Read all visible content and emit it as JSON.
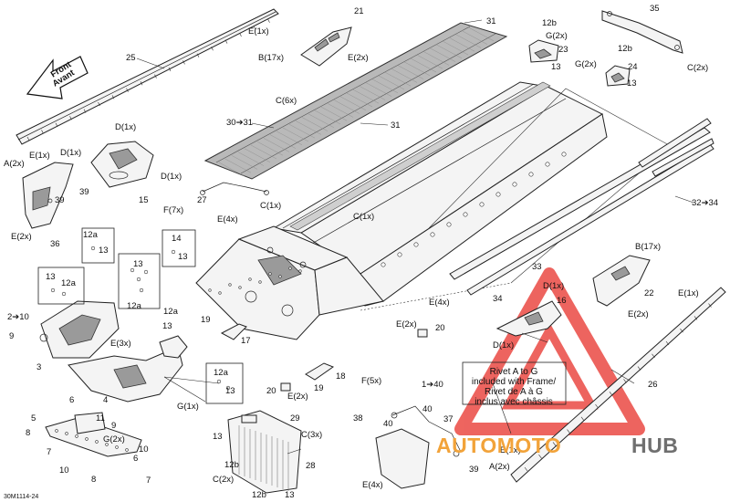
{
  "diagram": {
    "labels": [
      {
        "id": "l25",
        "text": "25"
      },
      {
        "id": "lE1a",
        "text": "E(1x)"
      },
      {
        "id": "l21",
        "text": "21"
      },
      {
        "id": "lB17a",
        "text": "B(17x)"
      },
      {
        "id": "lE2a",
        "text": "E(2x)"
      },
      {
        "id": "l31a",
        "text": "31"
      },
      {
        "id": "l12ba",
        "text": "12b"
      },
      {
        "id": "lG2a",
        "text": "G(2x)"
      },
      {
        "id": "l23",
        "text": "23"
      },
      {
        "id": "l13a",
        "text": "13"
      },
      {
        "id": "l35",
        "text": "35"
      },
      {
        "id": "l12bb",
        "text": "12b"
      },
      {
        "id": "lG2b",
        "text": "G(2x)"
      },
      {
        "id": "l24",
        "text": "24"
      },
      {
        "id": "l13b",
        "text": "13"
      },
      {
        "id": "lC2a",
        "text": "C(2x)"
      },
      {
        "id": "lC6",
        "text": "C(6x)"
      },
      {
        "id": "l3031",
        "text": "30➔31"
      },
      {
        "id": "l31b",
        "text": "31"
      },
      {
        "id": "lA2a",
        "text": "A(2x)"
      },
      {
        "id": "lE1b",
        "text": "E(1x)"
      },
      {
        "id": "lD1a",
        "text": "D(1x)"
      },
      {
        "id": "l39a",
        "text": "39"
      },
      {
        "id": "lD1b",
        "text": "D(1x)"
      },
      {
        "id": "l15",
        "text": "15"
      },
      {
        "id": "lD1c",
        "text": "D(1x)"
      },
      {
        "id": "l27",
        "text": "27"
      },
      {
        "id": "lC1a",
        "text": "C(1x)"
      },
      {
        "id": "lC1b",
        "text": "C(1x)"
      },
      {
        "id": "lF7",
        "text": "F(7x)"
      },
      {
        "id": "lE4a",
        "text": "E(4x)"
      },
      {
        "id": "l3234",
        "text": "32➔34"
      },
      {
        "id": "l39b",
        "text": "39"
      },
      {
        "id": "l36",
        "text": "36"
      },
      {
        "id": "lE2b",
        "text": "E(2x)"
      },
      {
        "id": "l12aa",
        "text": "12a"
      },
      {
        "id": "l13c",
        "text": "13"
      },
      {
        "id": "l14",
        "text": "14"
      },
      {
        "id": "l13d",
        "text": "13"
      },
      {
        "id": "l13e",
        "text": "13"
      },
      {
        "id": "l13f",
        "text": "13"
      },
      {
        "id": "l12ab",
        "text": "12a"
      },
      {
        "id": "l12ac",
        "text": "12a"
      },
      {
        "id": "l210",
        "text": "2➔10"
      },
      {
        "id": "l9a",
        "text": "9"
      },
      {
        "id": "l12ad",
        "text": "12a"
      },
      {
        "id": "l13g",
        "text": "13"
      },
      {
        "id": "lE3",
        "text": "E(3x)"
      },
      {
        "id": "l3",
        "text": "3"
      },
      {
        "id": "l19a",
        "text": "19"
      },
      {
        "id": "l17",
        "text": "17"
      },
      {
        "id": "lB17b",
        "text": "B(17x)"
      },
      {
        "id": "l33",
        "text": "33"
      },
      {
        "id": "lD1d",
        "text": "D(1x)"
      },
      {
        "id": "l16",
        "text": "16"
      },
      {
        "id": "l22",
        "text": "22"
      },
      {
        "id": "lE2c",
        "text": "E(2x)"
      },
      {
        "id": "lE1c",
        "text": "E(1x)"
      },
      {
        "id": "l34",
        "text": "34"
      },
      {
        "id": "lE4b",
        "text": "E(4x)"
      },
      {
        "id": "lE2d",
        "text": "E(2x)"
      },
      {
        "id": "l20a",
        "text": "20"
      },
      {
        "id": "lD1e",
        "text": "D(1x)"
      },
      {
        "id": "l12ae",
        "text": "12a"
      },
      {
        "id": "l13h",
        "text": "13"
      },
      {
        "id": "lG1",
        "text": "G(1x)"
      },
      {
        "id": "l6a",
        "text": "6"
      },
      {
        "id": "l4",
        "text": "4"
      },
      {
        "id": "l9b",
        "text": "9"
      },
      {
        "id": "l11",
        "text": "11"
      },
      {
        "id": "l5",
        "text": "5"
      },
      {
        "id": "lG2c",
        "text": "G(2x)"
      },
      {
        "id": "l8a",
        "text": "8"
      },
      {
        "id": "l7a",
        "text": "7"
      },
      {
        "id": "l10a",
        "text": "10"
      },
      {
        "id": "l10b",
        "text": "10"
      },
      {
        "id": "l6b",
        "text": "6"
      },
      {
        "id": "l8b",
        "text": "8"
      },
      {
        "id": "l7b",
        "text": "7"
      },
      {
        "id": "l13i",
        "text": "13"
      },
      {
        "id": "l29",
        "text": "29"
      },
      {
        "id": "lC3",
        "text": "C(3x)"
      },
      {
        "id": "l12bc",
        "text": "12b"
      },
      {
        "id": "lC2b",
        "text": "C(2x)"
      },
      {
        "id": "l28",
        "text": "28"
      },
      {
        "id": "l12bd",
        "text": "12b"
      },
      {
        "id": "l13j",
        "text": "13"
      },
      {
        "id": "l20b",
        "text": "20"
      },
      {
        "id": "lE2e",
        "text": "E(2x)"
      },
      {
        "id": "l18",
        "text": "18"
      },
      {
        "id": "l19b",
        "text": "19"
      },
      {
        "id": "lF5",
        "text": "F(5x)"
      },
      {
        "id": "l140",
        "text": "1➔40"
      },
      {
        "id": "l38",
        "text": "38"
      },
      {
        "id": "l40a",
        "text": "40"
      },
      {
        "id": "l40b",
        "text": "40"
      },
      {
        "id": "l37",
        "text": "37"
      },
      {
        "id": "lE1d",
        "text": "E(1x)"
      },
      {
        "id": "lA2b",
        "text": "A(2x)"
      },
      {
        "id": "l39c",
        "text": "39"
      },
      {
        "id": "lE4c",
        "text": "E(4x)"
      },
      {
        "id": "l26",
        "text": "26"
      }
    ],
    "front_arrow": {
      "line1": "Front",
      "line2": "Avant"
    },
    "rivet_note": [
      "Rivet A to G",
      "included with Frame/",
      "Rivet de A à G",
      "inclus avec châssis"
    ],
    "reference": "30M1114-24"
  },
  "watermark": {
    "part1": "AUTOMOTO",
    "part2": "HUB",
    "color_part1": "#f2a33a",
    "color_part2": "#6f6f6f",
    "triangle_color": "#e8312a"
  }
}
